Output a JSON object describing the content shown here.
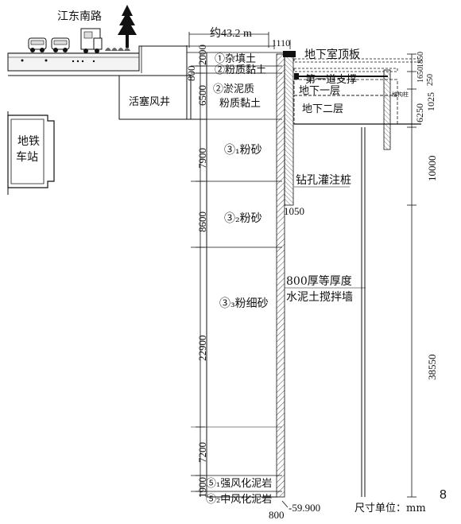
{
  "labels": {
    "road": "江东南路",
    "vent_shaft": "活塞风井",
    "metro_1": "地铁",
    "metro_2": "车站",
    "width_dim": "约43.2 m",
    "cap_dim": "1110",
    "roof_slab": "地下室顶板",
    "strut_1": "第一道支撑",
    "floor_b1": "地下一层",
    "floor_b2": "地下二层",
    "column": "格构柱",
    "bored_pile": "钻孔灌注桩",
    "pile_dim": "1050",
    "mixing_wall_1": "800厚等厚度",
    "mixing_wall_2": "水泥土搅拌墙",
    "unit": "尺寸单位：mm",
    "bottom_elev": "-59.900",
    "bottom_width": "800",
    "page_num": "8"
  },
  "layers": [
    {
      "name": "①杂填土",
      "thickness": "2000"
    },
    {
      "name": "②粉质黏土",
      "thickness": "800"
    },
    {
      "name": "②淤泥质",
      "name2": "粉质黏土",
      "thickness": "6500"
    },
    {
      "name": "③₁粉砂",
      "thickness": "7900"
    },
    {
      "name": "③₂粉砂",
      "thickness": "8600"
    },
    {
      "name": "③₃粉细砂",
      "thickness": "22900"
    },
    {
      "name": "",
      "thickness": "7200"
    },
    {
      "name": "⑤₁强风化泥岩",
      "thickness": "1900"
    },
    {
      "name": "⑤₂中风化泥岩",
      "thickness": ""
    }
  ],
  "right_dims": {
    "d1850": "1850",
    "d1650": "1650",
    "d250": "250",
    "d1025": "1025",
    "d6250": "6250",
    "d10000": "10000",
    "d38550": "38550"
  }
}
